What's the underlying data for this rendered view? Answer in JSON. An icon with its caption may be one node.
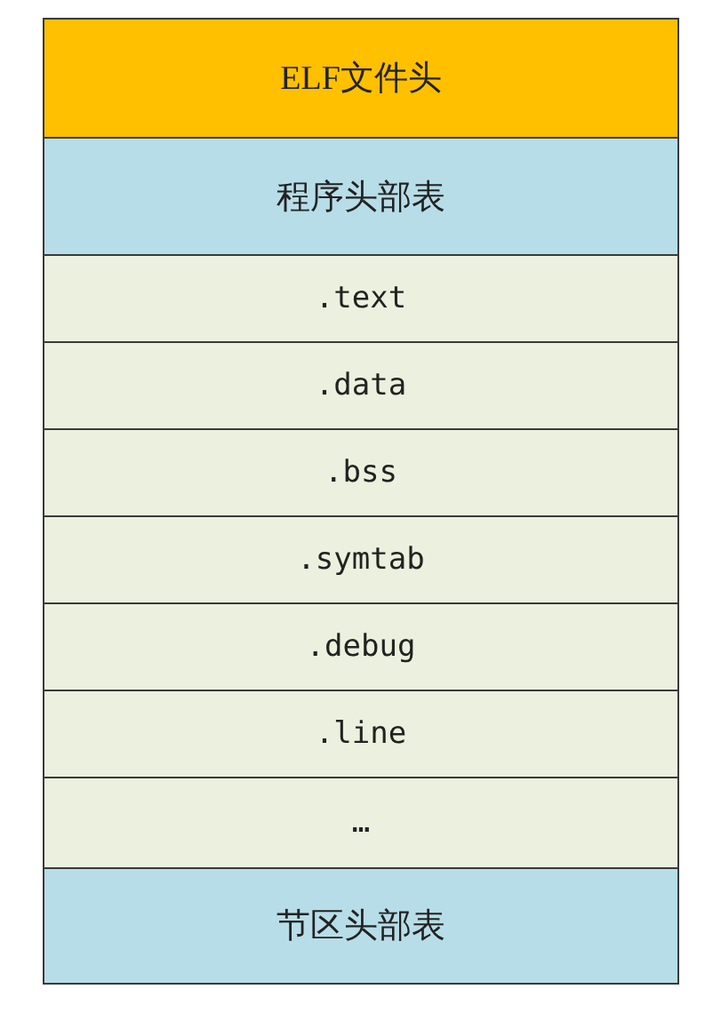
{
  "diagram": {
    "nodes": [
      {
        "text": [
          "ELF文件头"
        ]
      },
      {
        "text": [
          "程序头部表"
        ]
      },
      {
        "text": [
          ".text"
        ]
      },
      {
        "text": [
          ".data"
        ]
      },
      {
        "text": [
          ".bss"
        ]
      },
      {
        "text": [
          ".symtab"
        ]
      },
      {
        "text": [
          ".debug"
        ]
      },
      {
        "text": [
          ".line"
        ]
      },
      {
        "text": [
          "…"
        ]
      },
      {
        "text": [
          "节区头部表"
        ]
      }
    ]
  }
}
